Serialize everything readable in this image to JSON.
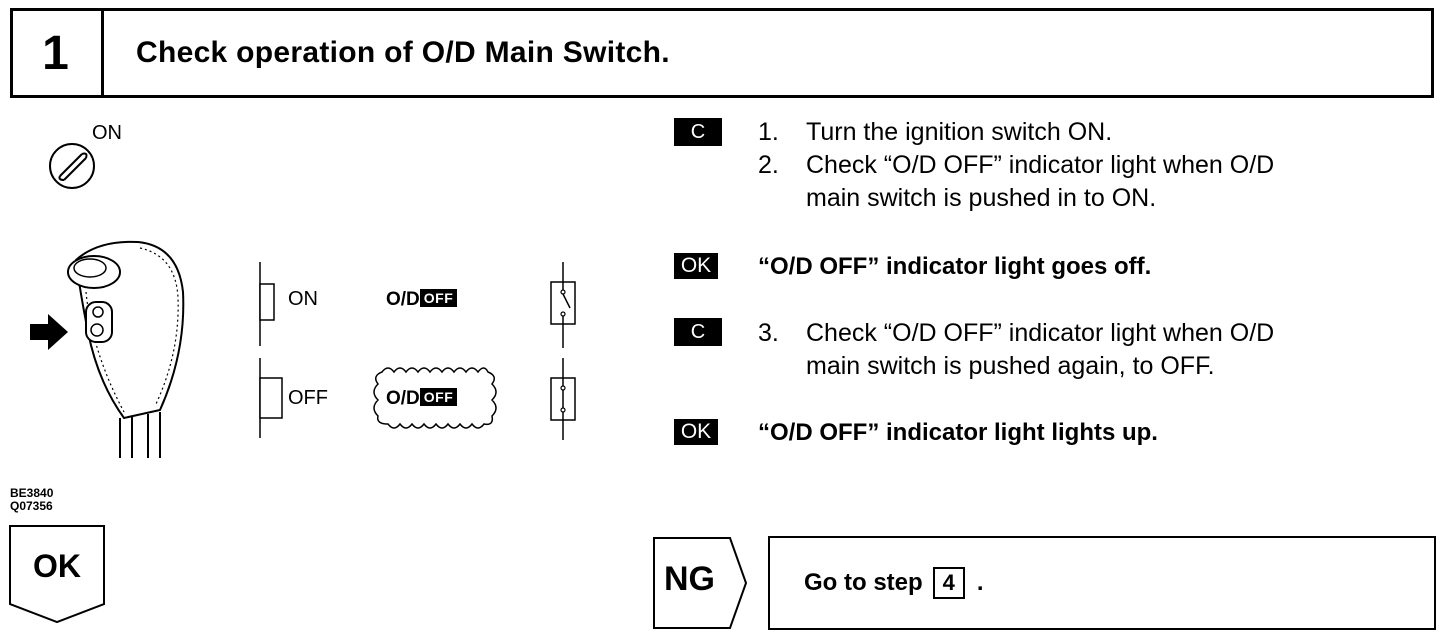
{
  "header": {
    "step_number": "1",
    "title": "Check operation of O/D Main Switch."
  },
  "illustration": {
    "ignition_label": "ON",
    "switch_on_label": "ON",
    "switch_off_label": "OFF",
    "od_text": "O/D",
    "off_text": "OFF",
    "figure_code_1": "BE3840",
    "figure_code_2": "Q07356"
  },
  "instructions": {
    "c_label": "C",
    "ok_label": "OK",
    "step1": "1.",
    "step1_text": "Turn the ignition switch ON.",
    "step2": "2.",
    "step2_text_l1": "Check “O/D OFF” indicator light when O/D",
    "step2_text_l2": "main switch is pushed in to ON.",
    "result1": "“O/D OFF” indicator light goes off.",
    "step3": "3.",
    "step3_text_l1": "Check “O/D OFF” indicator light when O/D",
    "step3_text_l2": "main switch is pushed again, to OFF.",
    "result2": "“O/D OFF” indicator light lights up."
  },
  "footer": {
    "ok_label": "OK",
    "ng_label": "NG",
    "goto_text": "Go to step",
    "goto_step": "4",
    "goto_period": "."
  }
}
